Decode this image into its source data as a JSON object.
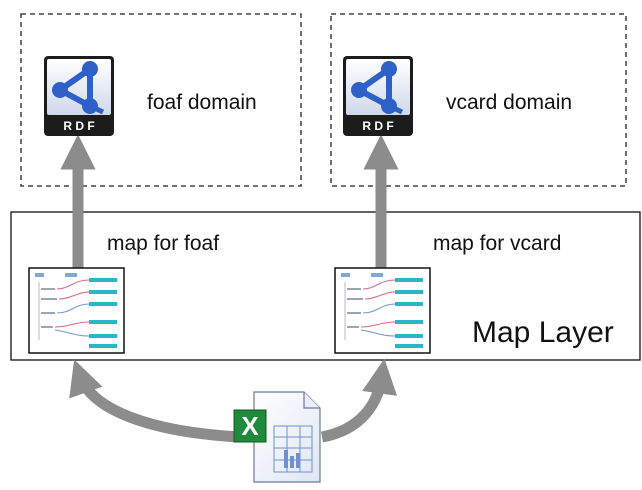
{
  "domains": [
    {
      "label": "foaf domain",
      "icon": "rdf-icon",
      "icon_letters": "R D F"
    },
    {
      "label": "vcard domain",
      "icon": "rdf-icon",
      "icon_letters": "R D F"
    }
  ],
  "map_layer": {
    "label": "Map Layer",
    "maps": [
      {
        "label": "map for foaf",
        "icon": "mapping-thumbnail-icon"
      },
      {
        "label": "map for vcard",
        "icon": "mapping-thumbnail-icon"
      }
    ]
  },
  "source": {
    "icon": "excel-spreadsheet-icon"
  },
  "colors": {
    "arrow": "#8c8c8c",
    "rdf_dark": "#1c1c1c",
    "rdf_blue": "#2f5fc8",
    "excel_green": "#1f8a3a",
    "mapping_teal": "#2ab6c9"
  }
}
